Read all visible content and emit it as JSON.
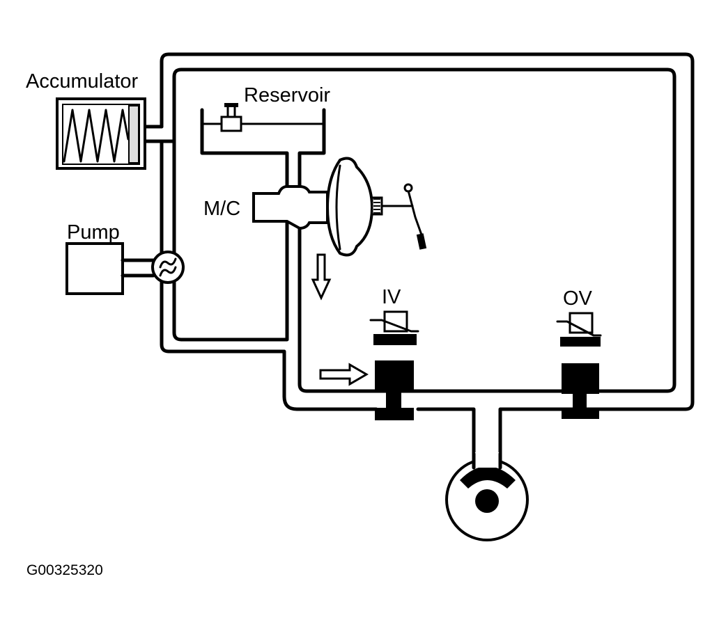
{
  "labels": {
    "accumulator": "Accumulator",
    "reservoir": "Reservoir",
    "master_cylinder": "M/C",
    "pump": "Pump",
    "inlet_valve": "IV",
    "outlet_valve": "OV",
    "figure_id": "G00325320"
  },
  "colors": {
    "ink": "#000000",
    "paper": "#ffffff"
  }
}
